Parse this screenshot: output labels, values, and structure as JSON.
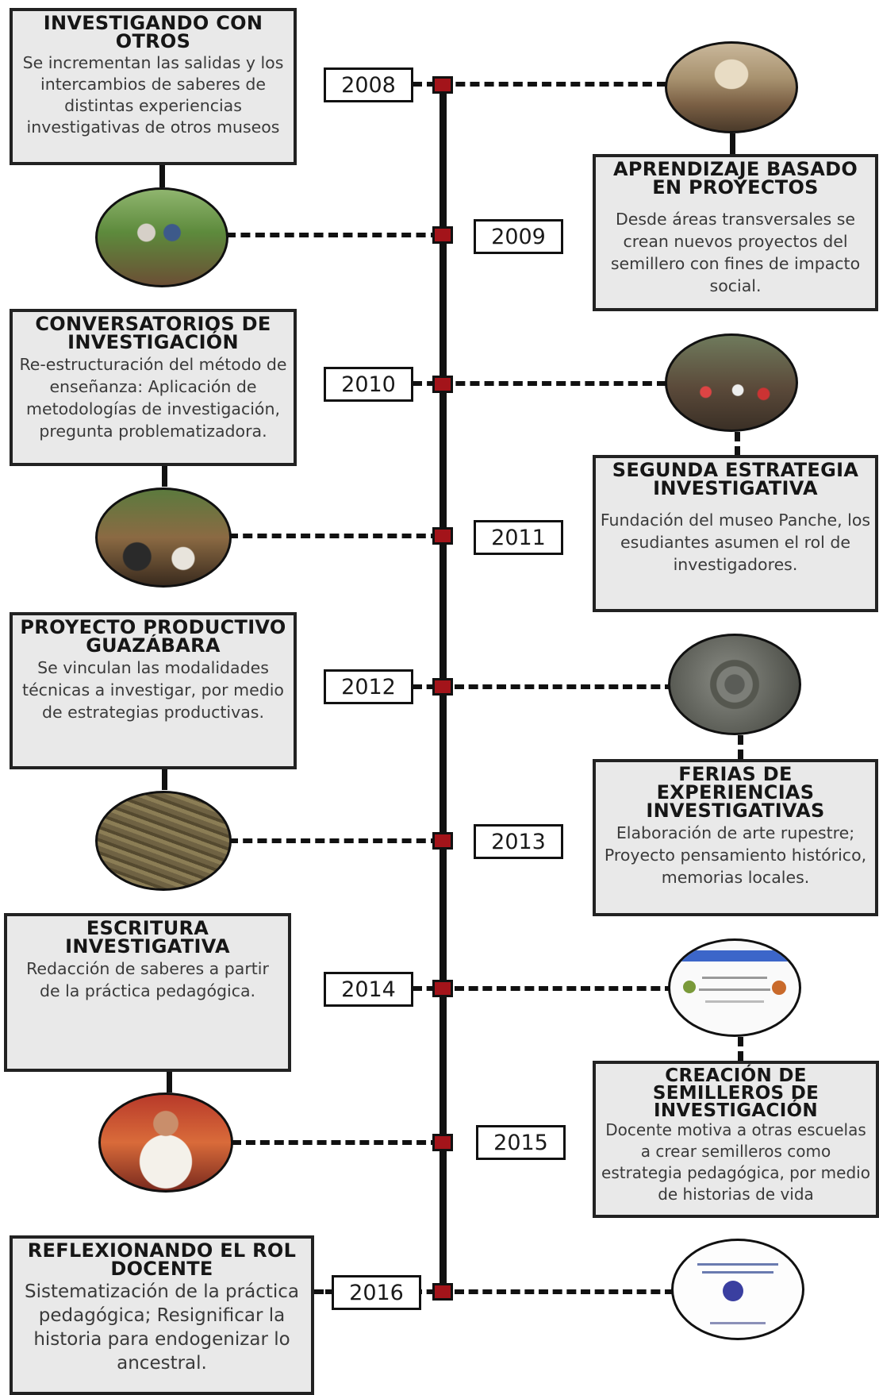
{
  "events": [
    {
      "year": "2008",
      "title": "INVESTIGANDO CON OTROS",
      "body": "Se incrementan las salidas y los intercambios de saberes de distintas experiencias investigativas de otros museos"
    },
    {
      "year": "2009",
      "title": "APRENDIZAJE BASADO EN PROYECTOS",
      "body": "Desde áreas transversales se crean nuevos proyectos del semillero con fines de impacto social."
    },
    {
      "year": "2010",
      "title": "CONVERSATORIOS DE INVESTIGACIÓN",
      "body": "Re-estructuración del método de enseñanza: Aplicación de metodologías de investigación, pregunta problematizadora."
    },
    {
      "year": "2011",
      "title": "SEGUNDA ESTRATEGIA INVESTIGATIVA",
      "body": "Fundación del museo Panche, los esudiantes asumen el rol de investigadores."
    },
    {
      "year": "2012",
      "title": "PROYECTO PRODUCTIVO GUAZÁBARA",
      "body": "Se vinculan las modalidades técnicas a investigar, por medio de estrategias productivas."
    },
    {
      "year": "2013",
      "title": "FERIAS DE EXPERIENCIAS INVESTIGATIVAS",
      "body": "Elaboración de arte rupestre; Proyecto pensamiento histórico, memorias locales."
    },
    {
      "year": "2014",
      "title": "ESCRITURA INVESTIGATIVA",
      "body": "Redacción de saberes a partir de la práctica pedagógica."
    },
    {
      "year": "2015",
      "title": "CREACIÓN DE SEMILLEROS DE INVESTIGACIÓN",
      "body": "Docente motiva a otras escuelas a crear semilleros como estrategia pedagógica, por medio de historias de vida"
    },
    {
      "year": "2016",
      "title": "REFLEXIONANDO EL ROL DOCENTE",
      "body": "Sistematización de la práctica pedagógica; Resignificar la historia para endogenizar lo ancestral."
    }
  ],
  "colors": {
    "node": "#a3141a",
    "card": "#e9e9e9",
    "line": "#111111"
  }
}
